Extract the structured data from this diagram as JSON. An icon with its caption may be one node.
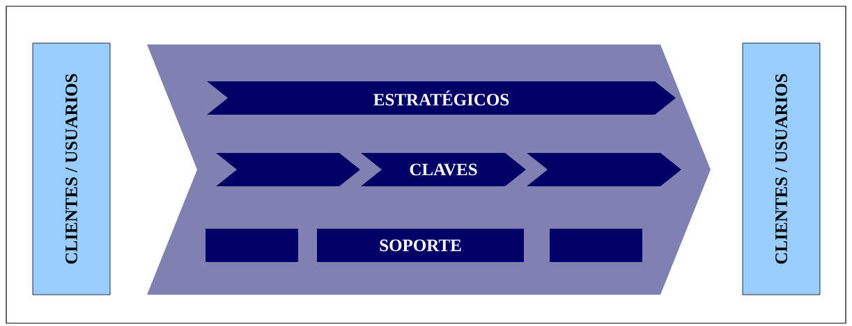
{
  "diagram": {
    "nodes": [
      {
        "text": [
          "CLIENTES / USUARIOS"
        ]
      },
      {
        "text": [],
        "shape": "chevron"
      },
      {
        "text": [
          "ESTRATÉGICOS"
        ],
        "in": 1
      },
      {
        "text": [],
        "shape": "chevron",
        "in": 1
      },
      {
        "text": [
          "CLAVES"
        ],
        "in": 1
      },
      {
        "text": [],
        "shape": "chevron",
        "in": 1
      },
      {
        "text": [],
        "shape": "box",
        "in": 1
      },
      {
        "text": [
          "SOPORTE"
        ],
        "in": 1
      },
      {
        "text": [],
        "shape": "box",
        "in": 1
      },
      {
        "text": [
          "CLIENTES / USUARIOS"
        ]
      }
    ]
  }
}
